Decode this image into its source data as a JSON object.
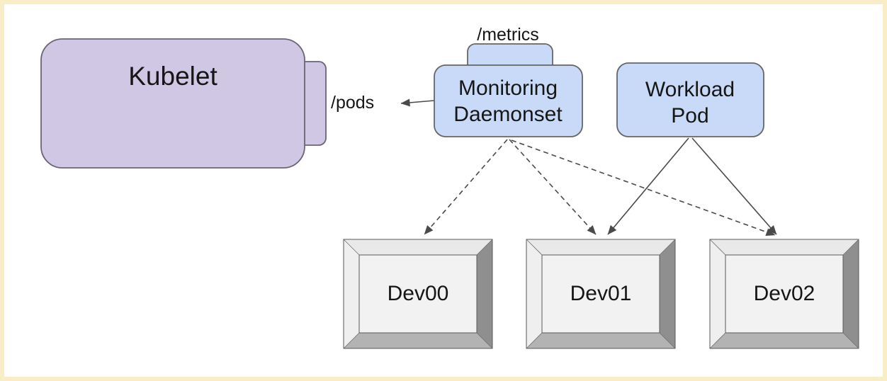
{
  "diagram": {
    "type": "architecture-diagram",
    "nodes": {
      "kubelet": {
        "label": "Kubelet"
      },
      "monitoring_daemonset": {
        "line1": "Monitoring",
        "line2": "Daemonset"
      },
      "workload_pod": {
        "line1": "Workload",
        "line2": "Pod"
      },
      "devices": [
        {
          "label": "Dev00"
        },
        {
          "label": "Dev01"
        },
        {
          "label": "Dev02"
        }
      ]
    },
    "endpoint_labels": {
      "pods": "/pods",
      "metrics": "/metrics"
    },
    "edges": [
      {
        "from": "monitoring-daemonset",
        "to": "kubelet",
        "style": "solid",
        "label": "/pods"
      },
      {
        "from": "monitoring-daemonset",
        "to": "dev00",
        "style": "dashed",
        "label": ""
      },
      {
        "from": "monitoring-daemonset",
        "to": "dev01",
        "style": "dashed",
        "label": ""
      },
      {
        "from": "monitoring-daemonset",
        "to": "dev02",
        "style": "dashed",
        "label": ""
      },
      {
        "from": "workload-pod",
        "to": "dev01",
        "style": "solid",
        "label": ""
      },
      {
        "from": "workload-pod",
        "to": "dev02",
        "style": "solid",
        "label": ""
      }
    ],
    "colors": {
      "frame_border": "#f8edc6",
      "background": "#ffffff",
      "node_purple": "#cfc7e3",
      "node_blue": "#c9daf8",
      "node_border": "#666666",
      "arrow": "#4a4a4a",
      "text": "#161616",
      "device_face": "#f2f2f2",
      "device_bevel_top": "#e9e9e9",
      "device_bevel_left": "#efefef",
      "device_bevel_right": "#8f8f8f",
      "device_bevel_bottom": "#b3b3b3",
      "device_outline": "#5a5a5a"
    }
  }
}
